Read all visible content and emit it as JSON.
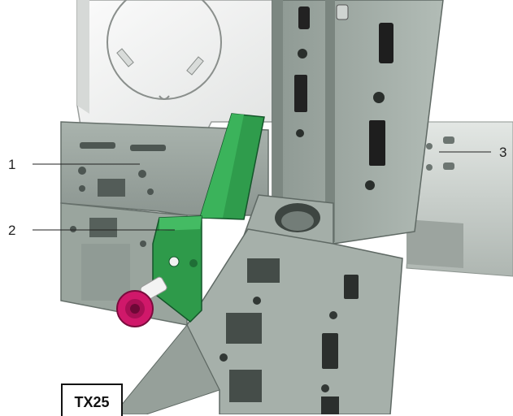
{
  "callouts": [
    {
      "id": "1",
      "label": "1"
    },
    {
      "id": "2",
      "label": "2"
    },
    {
      "id": "3",
      "label": "3"
    }
  ],
  "tool": {
    "label": "TX25"
  },
  "colors": {
    "frame_gray": "#9aa59e",
    "frame_dark": "#6f7a74",
    "clip_green": "#2e9a4a",
    "screw_magenta": "#d0186a",
    "panel_white": "#f2f2f2",
    "rail_light": "#c9d0cc"
  }
}
